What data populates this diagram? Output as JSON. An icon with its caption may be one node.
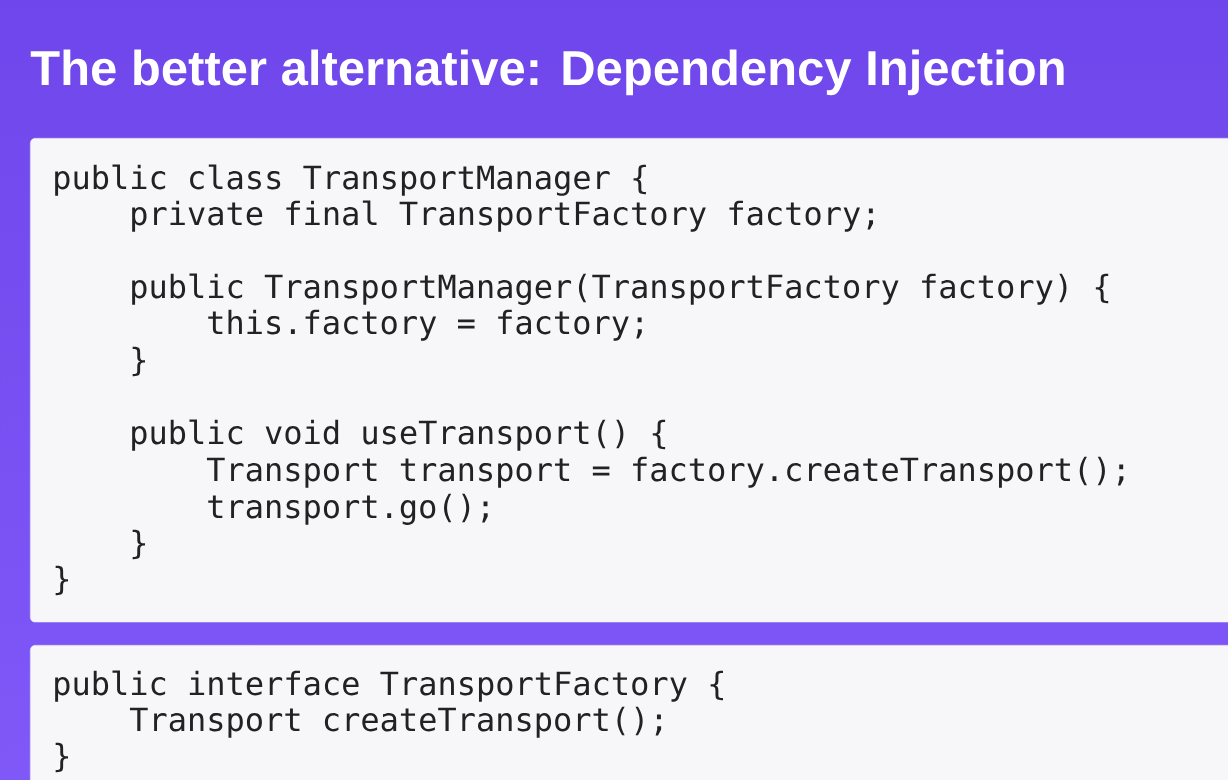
{
  "diagram": {
    "title": "The better alternative: Dependency Injection",
    "nodes": [
      {
        "text": [
          "public class TransportManager {",
          "private final TransportFactory factory;",
          "public TransportManager(TransportFactory factory) {",
          "this.factory = factory;",
          "}",
          "public void useTransport() {",
          "Transport transport = factory.createTransport();",
          "transport.go();",
          "}",
          "}"
        ]
      },
      {
        "text": [
          "public interface TransportFactory {",
          "Transport createTransport();",
          "}"
        ]
      }
    ]
  }
}
